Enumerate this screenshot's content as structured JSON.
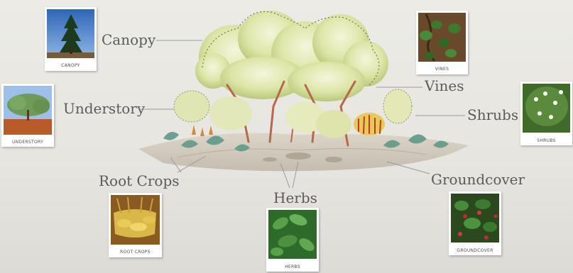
{
  "layers": {
    "canopy": {
      "label": "Canopy",
      "caption": "CANOPY"
    },
    "understory": {
      "label": "Understory",
      "caption": "UNDERSTORY"
    },
    "vines": {
      "label": "Vines",
      "caption": "VINES"
    },
    "shrubs": {
      "label": "Shrubs",
      "caption": "SHRUBS"
    },
    "root_crops": {
      "label": "Root Crops",
      "caption": "ROOT CROPS"
    },
    "herbs": {
      "label": "Herbs",
      "caption": "HERBS"
    },
    "groundcover": {
      "label": "Groundcover",
      "caption": "GROUNDCOVER"
    }
  },
  "colors": {
    "label_text": "#5b5b5b",
    "leader_line": "#9a9a9a",
    "foliage_light": "#e8eebf",
    "foliage_mid": "#c9d88a",
    "trunk": "#b7684a",
    "sky_blue": "#3a78c9"
  }
}
